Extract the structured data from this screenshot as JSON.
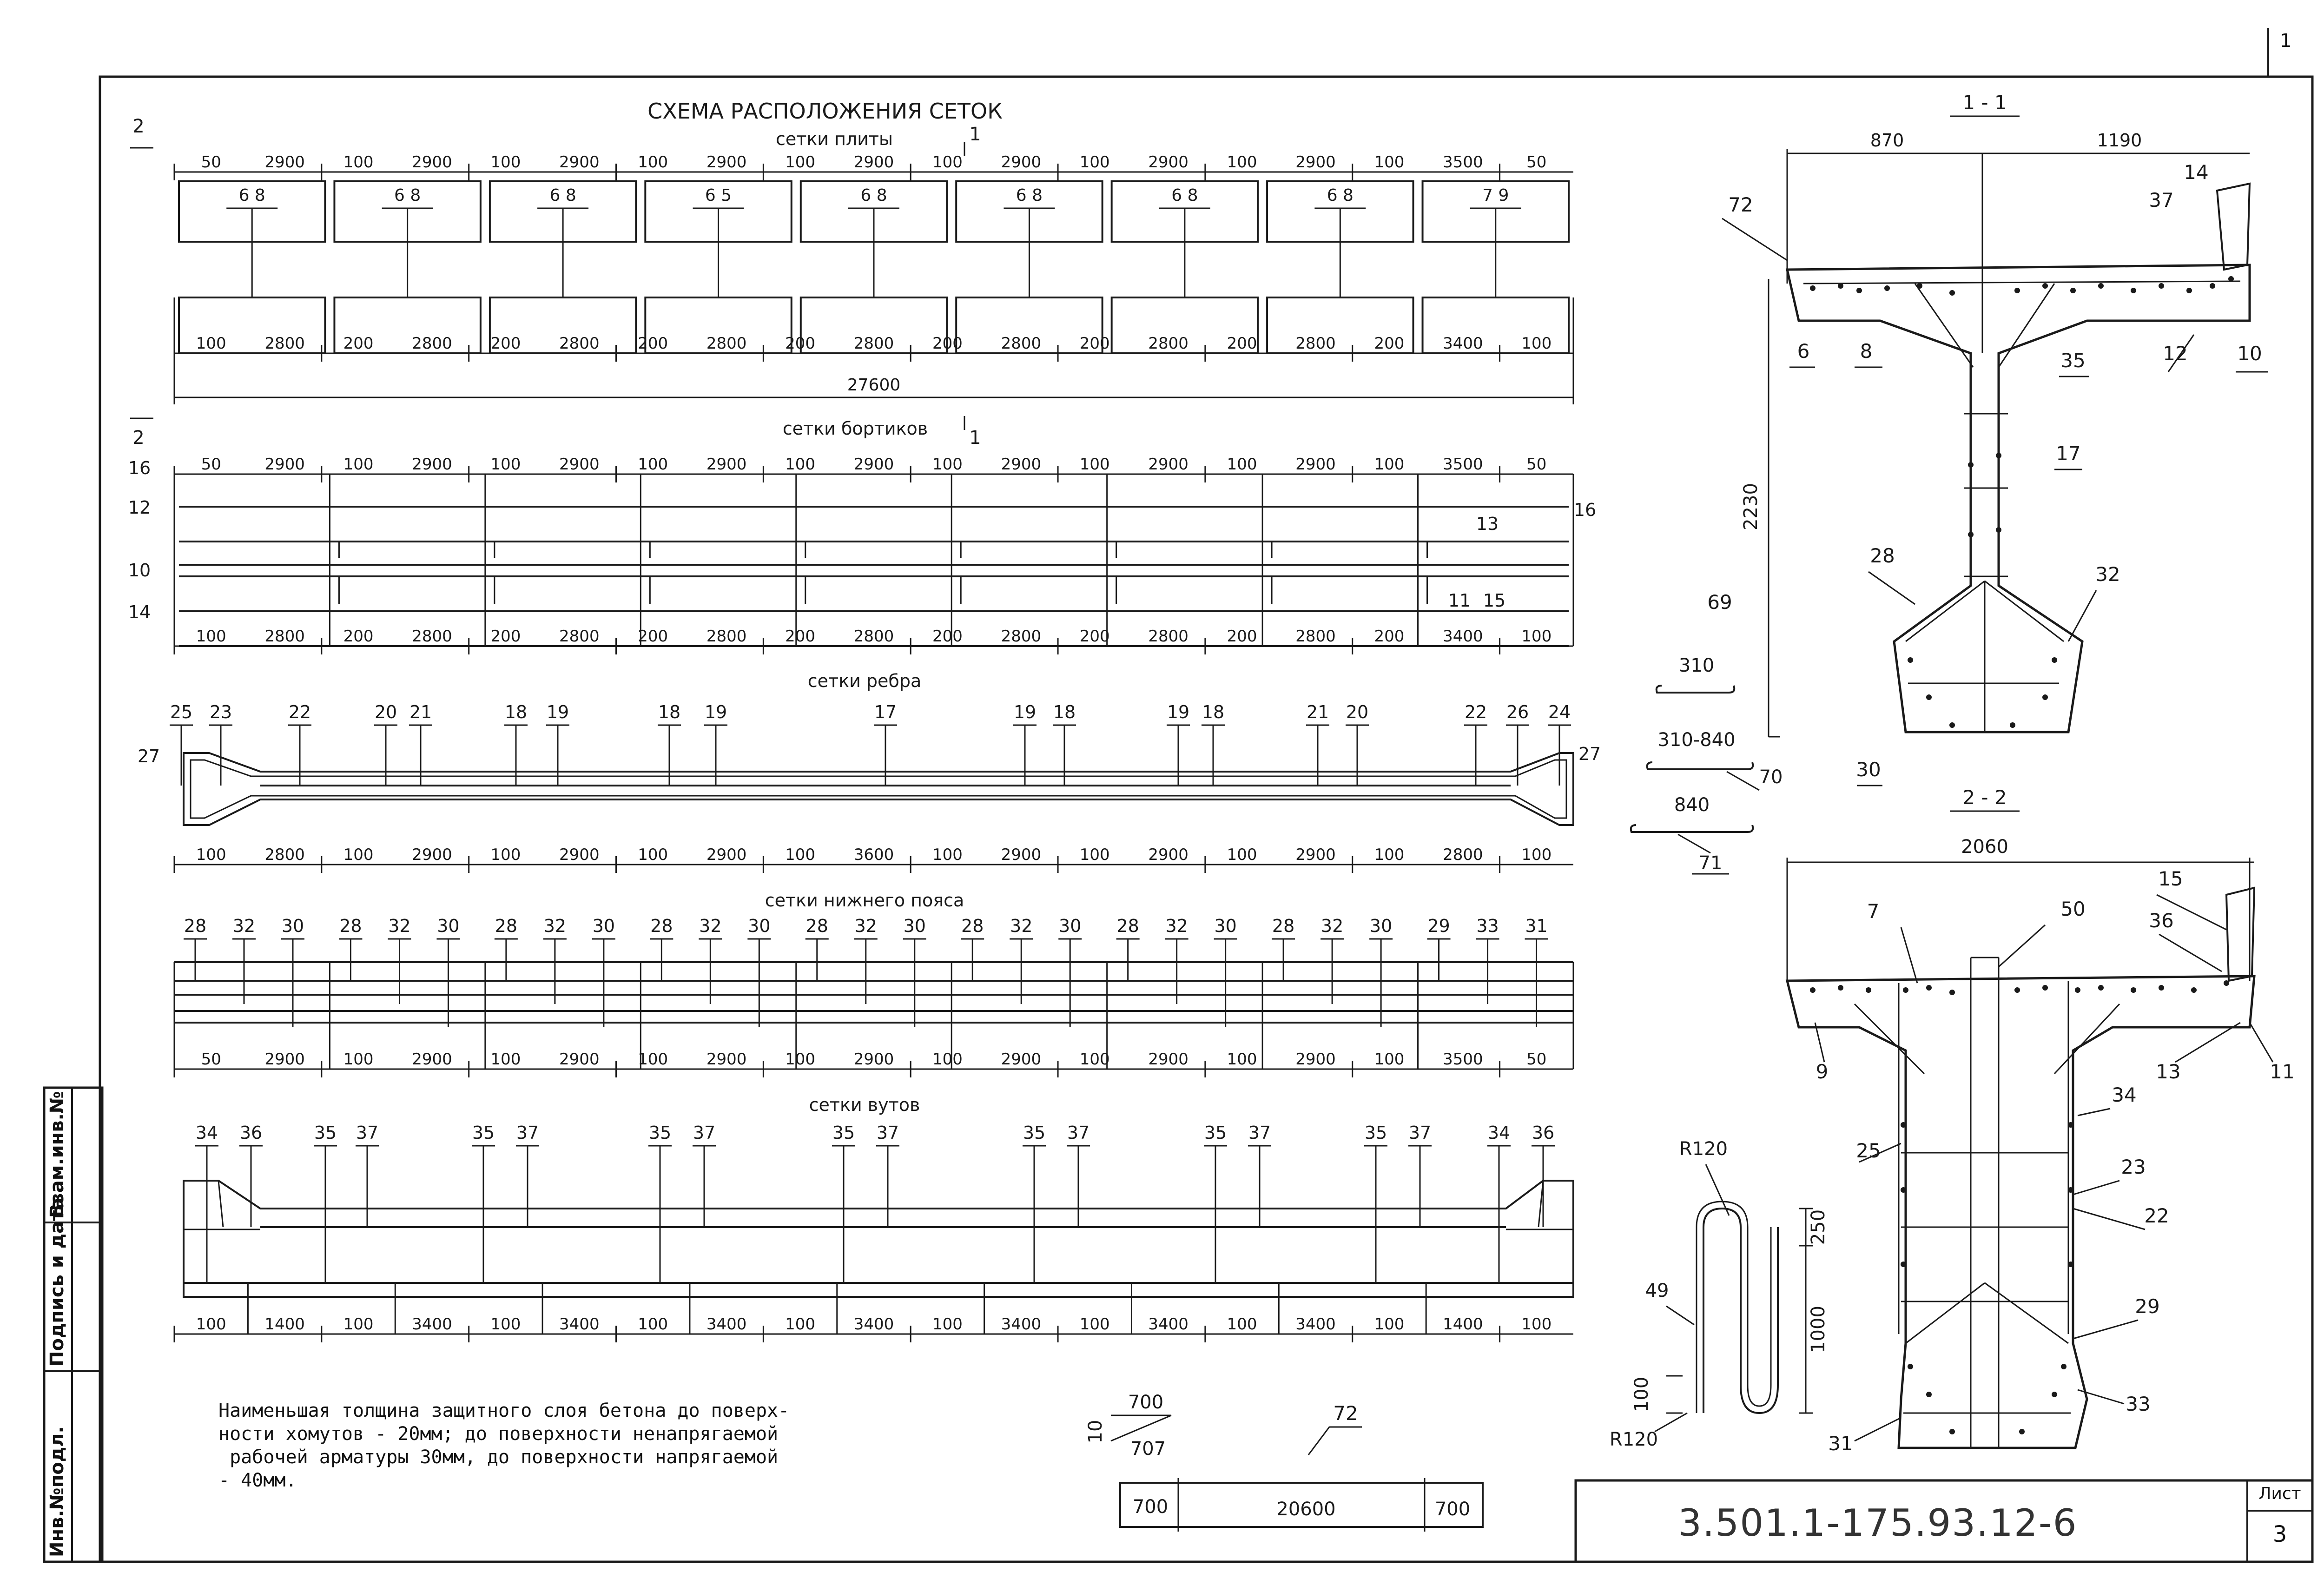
{
  "title": "СХЕМА РАСПОЛОЖЕНИЯ СЕТОК",
  "page_corner": "1",
  "sections": {
    "plate": "сетки плиты",
    "sides": "сетки бортиков",
    "rib": "сетки ребра",
    "bottom": "сетки нижнего пояса",
    "haunch": "сетки вутов"
  },
  "plate": {
    "top_dims": [
      "50",
      "2900",
      "100",
      "2900",
      "100",
      "2900",
      "100",
      "2900",
      "100",
      "2900",
      "100",
      "2900",
      "100",
      "2900",
      "100",
      "2900",
      "100",
      "3500",
      "50"
    ],
    "bottom_dims": [
      "100",
      "2800",
      "200",
      "2800",
      "200",
      "2800",
      "200",
      "2800",
      "200",
      "2800",
      "200",
      "2800",
      "200",
      "2800",
      "200",
      "2800",
      "200",
      "3400",
      "100"
    ],
    "marks": [
      "6 8",
      "6 8",
      "6 8",
      "6 5",
      "6 8",
      "6 8",
      "6 8",
      "6 8",
      "7 9"
    ],
    "total": "27600"
  },
  "sides": {
    "top_dims": [
      "50",
      "2900",
      "100",
      "2900",
      "100",
      "2900",
      "100",
      "2900",
      "100",
      "2900",
      "100",
      "2900",
      "100",
      "2900",
      "100",
      "2900",
      "100",
      "3500",
      "50"
    ],
    "bottom_dims": [
      "100",
      "2800",
      "200",
      "2800",
      "200",
      "2800",
      "200",
      "2800",
      "200",
      "2800",
      "200",
      "2800",
      "200",
      "2800",
      "200",
      "2800",
      "200",
      "3400",
      "100"
    ],
    "left_marks": [
      "16",
      "12",
      "10",
      "14"
    ],
    "right_marks": [
      "16",
      "13",
      "11",
      "15"
    ]
  },
  "rib": {
    "marks": [
      "25",
      "23",
      "22",
      "20",
      "21",
      "18",
      "19",
      "18",
      "19",
      "17",
      "19",
      "18",
      "19",
      "18",
      "21",
      "20",
      "22",
      "26",
      "24"
    ],
    "end_marks": [
      "27",
      "27"
    ],
    "dims": [
      "100",
      "2800",
      "100",
      "2900",
      "100",
      "2900",
      "100",
      "2900",
      "100",
      "3600",
      "100",
      "2900",
      "100",
      "2900",
      "100",
      "2900",
      "100",
      "2800",
      "100"
    ]
  },
  "bottom": {
    "marks": [
      "28",
      "32",
      "30",
      "28",
      "32",
      "30",
      "28",
      "32",
      "30",
      "28",
      "32",
      "30",
      "28",
      "32",
      "30",
      "28",
      "32",
      "30",
      "28",
      "32",
      "30",
      "28",
      "32",
      "30",
      "29",
      "33",
      "31"
    ],
    "dims": [
      "50",
      "2900",
      "100",
      "2900",
      "100",
      "2900",
      "100",
      "2900",
      "100",
      "2900",
      "100",
      "2900",
      "100",
      "2900",
      "100",
      "2900",
      "100",
      "3500",
      "50"
    ]
  },
  "haunch": {
    "marks": [
      "34",
      "36",
      "35",
      "37",
      "35",
      "37",
      "35",
      "37",
      "35",
      "37",
      "35",
      "37",
      "35",
      "37",
      "35",
      "37",
      "34",
      "36"
    ],
    "dims": [
      "100",
      "1400",
      "100",
      "3400",
      "100",
      "3400",
      "100",
      "3400",
      "100",
      "3400",
      "100",
      "3400",
      "100",
      "3400",
      "100",
      "3400",
      "100",
      "1400",
      "100"
    ]
  },
  "section_arrows": [
    "2",
    "1",
    "2",
    "1"
  ],
  "section_1_1": {
    "title": "1 - 1",
    "width_left": "870",
    "width_right": "1190",
    "height": "2230",
    "labels": [
      "72",
      "14",
      "37",
      "6",
      "8",
      "35",
      "12",
      "10",
      "17",
      "28",
      "32",
      "30",
      "69"
    ]
  },
  "section_2_2": {
    "title": "2 - 2",
    "width": "2060",
    "labels": [
      "15",
      "36",
      "7",
      "50",
      "9",
      "13",
      "11",
      "34",
      "25",
      "23",
      "22",
      "29",
      "31",
      "33"
    ]
  },
  "details": {
    "d310": "310",
    "d310_840": "310-840",
    "d840": "840",
    "m70": "70",
    "m71": "71",
    "r120_top": "R120",
    "r120_bottom": "R120",
    "m49": "49",
    "h250": "250",
    "h1000": "1000",
    "w100": "100",
    "d700": "700",
    "d707": "707",
    "d10": "10",
    "m72": "72",
    "strand": [
      "700",
      "20600",
      "700"
    ]
  },
  "note": [
    "Наименьшая толщина защитного слоя бетона до поверх-",
    "ности хомутов - 20мм; до поверхности ненапрягаемой",
    " рабочей арматуры 30мм, до поверхности напрягаемой",
    "- 40мм."
  ],
  "side_labels": [
    "Инв.№подл.",
    "Подпись и дата",
    "Взам.инв.№"
  ],
  "stamp": {
    "code": "3.501.1-175.93.",
    "suffix": "12-6"
  },
  "sheet": {
    "label": "Лист",
    "number": "3"
  }
}
